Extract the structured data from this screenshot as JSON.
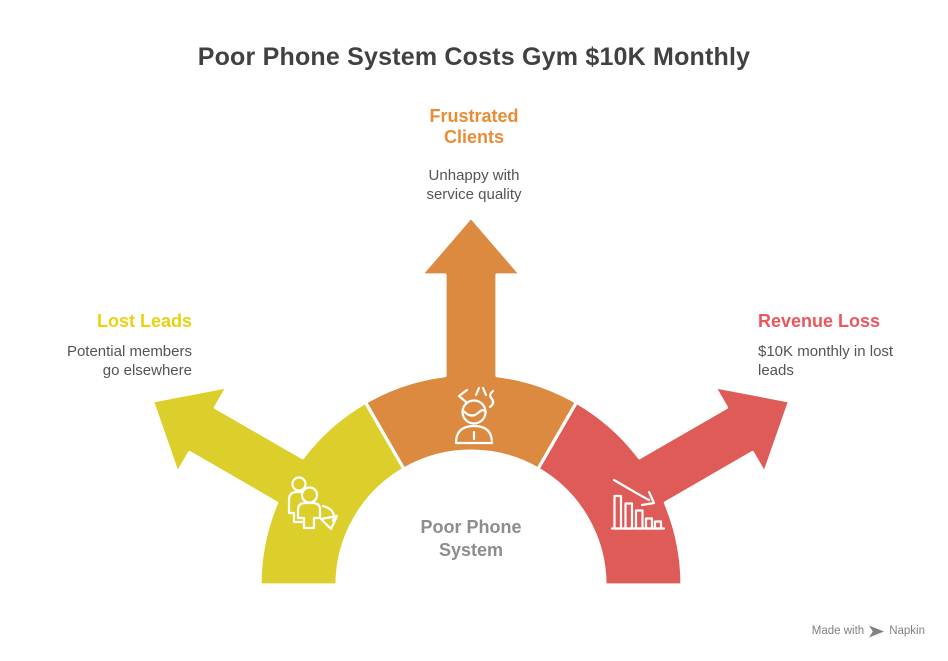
{
  "title": "Poor Phone System Costs Gym $10K Monthly",
  "center": {
    "lines": [
      "Poor Phone",
      "System"
    ]
  },
  "branches": {
    "top": {
      "heading_lines": [
        "Frustrated",
        "Clients"
      ],
      "desc_lines": [
        "Unhappy with",
        "service quality"
      ]
    },
    "left": {
      "heading": "Lost Leads",
      "desc_lines": [
        "Potential members",
        "go elsewhere"
      ]
    },
    "right": {
      "heading": "Revenue Loss",
      "desc_lines": [
        "$10K monthly in lost",
        "leads"
      ]
    }
  },
  "icons": {
    "left": "leaving-members-icon",
    "top": "frustrated-person-icon",
    "right": "declining-bar-chart-icon",
    "watermark": "napkin-logo-icon"
  },
  "watermark": {
    "prefix": "Made with",
    "brand": "Napkin"
  },
  "colors": {
    "yellow_fill": "#DCCF2B",
    "orange_fill": "#DD8A41",
    "red_fill": "#DF5B57",
    "yellow_text": "#E7D214",
    "orange_text": "#E98C36",
    "red_text": "#EA575E",
    "title_text": "#414141",
    "desc_text": "#545454",
    "center_text": "#8D8D8D",
    "watermark_text": "#818181",
    "outline": "#FFFFFF"
  }
}
